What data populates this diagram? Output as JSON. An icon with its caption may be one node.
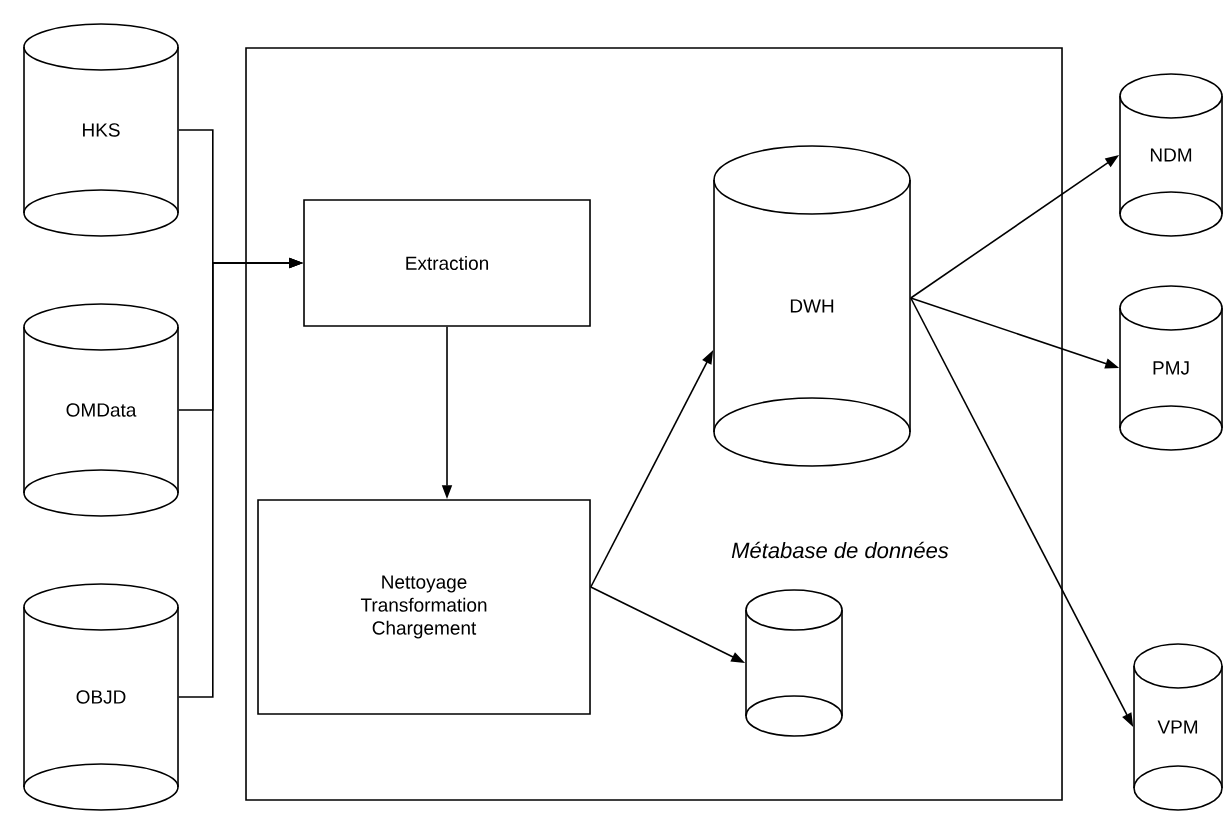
{
  "diagram": {
    "nodes": [
      {
        "text": [
          "HKS"
        ]
      },
      {
        "text": [
          "OMData"
        ]
      },
      {
        "text": [
          "OBJD"
        ]
      },
      {
        "text": [
          "Métabase de données"
        ]
      },
      {
        "text": [
          "Extraction"
        ],
        "in": 3
      },
      {
        "text": [
          "Nettoyage Transformation Chargement"
        ],
        "in": 3
      },
      {
        "text": [
          "DWH"
        ],
        "in": 3
      },
      {
        "text": [],
        "shape": "cylinder",
        "in": 3
      },
      {
        "text": [
          "NDM"
        ]
      },
      {
        "text": [
          "PMJ"
        ]
      },
      {
        "text": [
          "VPM"
        ]
      }
    ],
    "edges": [
      {
        "from": 0,
        "to": 4,
        "arrow": "to"
      },
      {
        "from": 1,
        "to": 4,
        "arrow": "to"
      },
      {
        "from": 2,
        "to": 4,
        "arrow": "to"
      },
      {
        "from": 4,
        "to": 5,
        "arrow": "to"
      },
      {
        "from": 5,
        "to": 6,
        "arrow": "to"
      },
      {
        "from": 5,
        "to": 7,
        "arrow": "to"
      },
      {
        "from": 6,
        "to": 8,
        "arrow": "to"
      },
      {
        "from": 6,
        "to": 9,
        "arrow": "to"
      },
      {
        "from": 6,
        "to": 10,
        "arrow": "to"
      }
    ]
  }
}
